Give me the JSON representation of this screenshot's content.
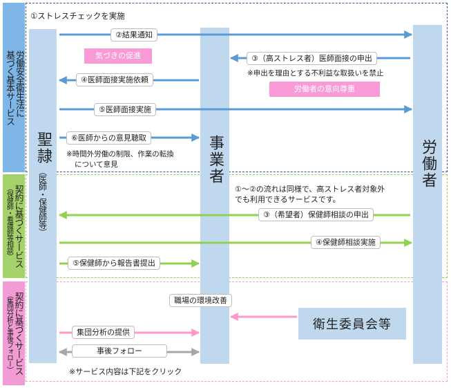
{
  "sections": [
    {
      "lines": [
        "労働安全衛生法に",
        "基づく基本サービス"
      ]
    },
    {
      "lines": [
        "契約に基づくサービス"
      ],
      "sub": [
        "（保健師・看護師等相談）"
      ]
    },
    {
      "lines": [
        "契約に基づくサービス"
      ],
      "sub": [
        "（集団分析と事後フォロー）"
      ]
    }
  ],
  "columns": {
    "provider": {
      "title": "聖隷",
      "sub": "（医師・保健師等）"
    },
    "employer": {
      "title": "事業者"
    },
    "worker": {
      "title": "労働者"
    }
  },
  "committee": "衛生委員会等",
  "flows": {
    "f1": "①ストレスチェックを実施",
    "f2": "②結果通知",
    "f3": "③（高ストレス者）医師面接の申出",
    "f4": "④医師面接実施依頼",
    "f5": "⑤医師面接実施",
    "f6": "⑥医師からの意見聴取",
    "g3": "③（希望者）保健師相談の申出",
    "g4": "④保健師相談実施",
    "g5": "⑤保健師から報告書提出",
    "p1": "職場の環境改善",
    "p2": "集団分析の提供",
    "p3": "事後フォロー"
  },
  "badges": {
    "awareness": "気づきの促進",
    "intention": "労働者の意向尊重"
  },
  "notes": {
    "prohibit": "※申出を理由とする不利益な取扱いを禁止",
    "overtime_1": "※時間外労働の制限、作業の転換",
    "overtime_2": "について意見",
    "green_1": "①～②の流れは同様で、高ストレス者対象外",
    "green_2": "でも利用できるサービスです。",
    "click": "※サービス内容は下記をクリック"
  },
  "colors": {
    "blue_section": "#7eb6e8",
    "green_section": "#a5d26a",
    "pink_section": "#f29bd4",
    "column": "#c0d8ee",
    "blue_arrow": "#5b9bd5",
    "green_arrow": "#92d050",
    "pink_arrow": "#ff99cc",
    "gray_arrow": "#a6a6a6",
    "badge": "#f99bd6"
  }
}
